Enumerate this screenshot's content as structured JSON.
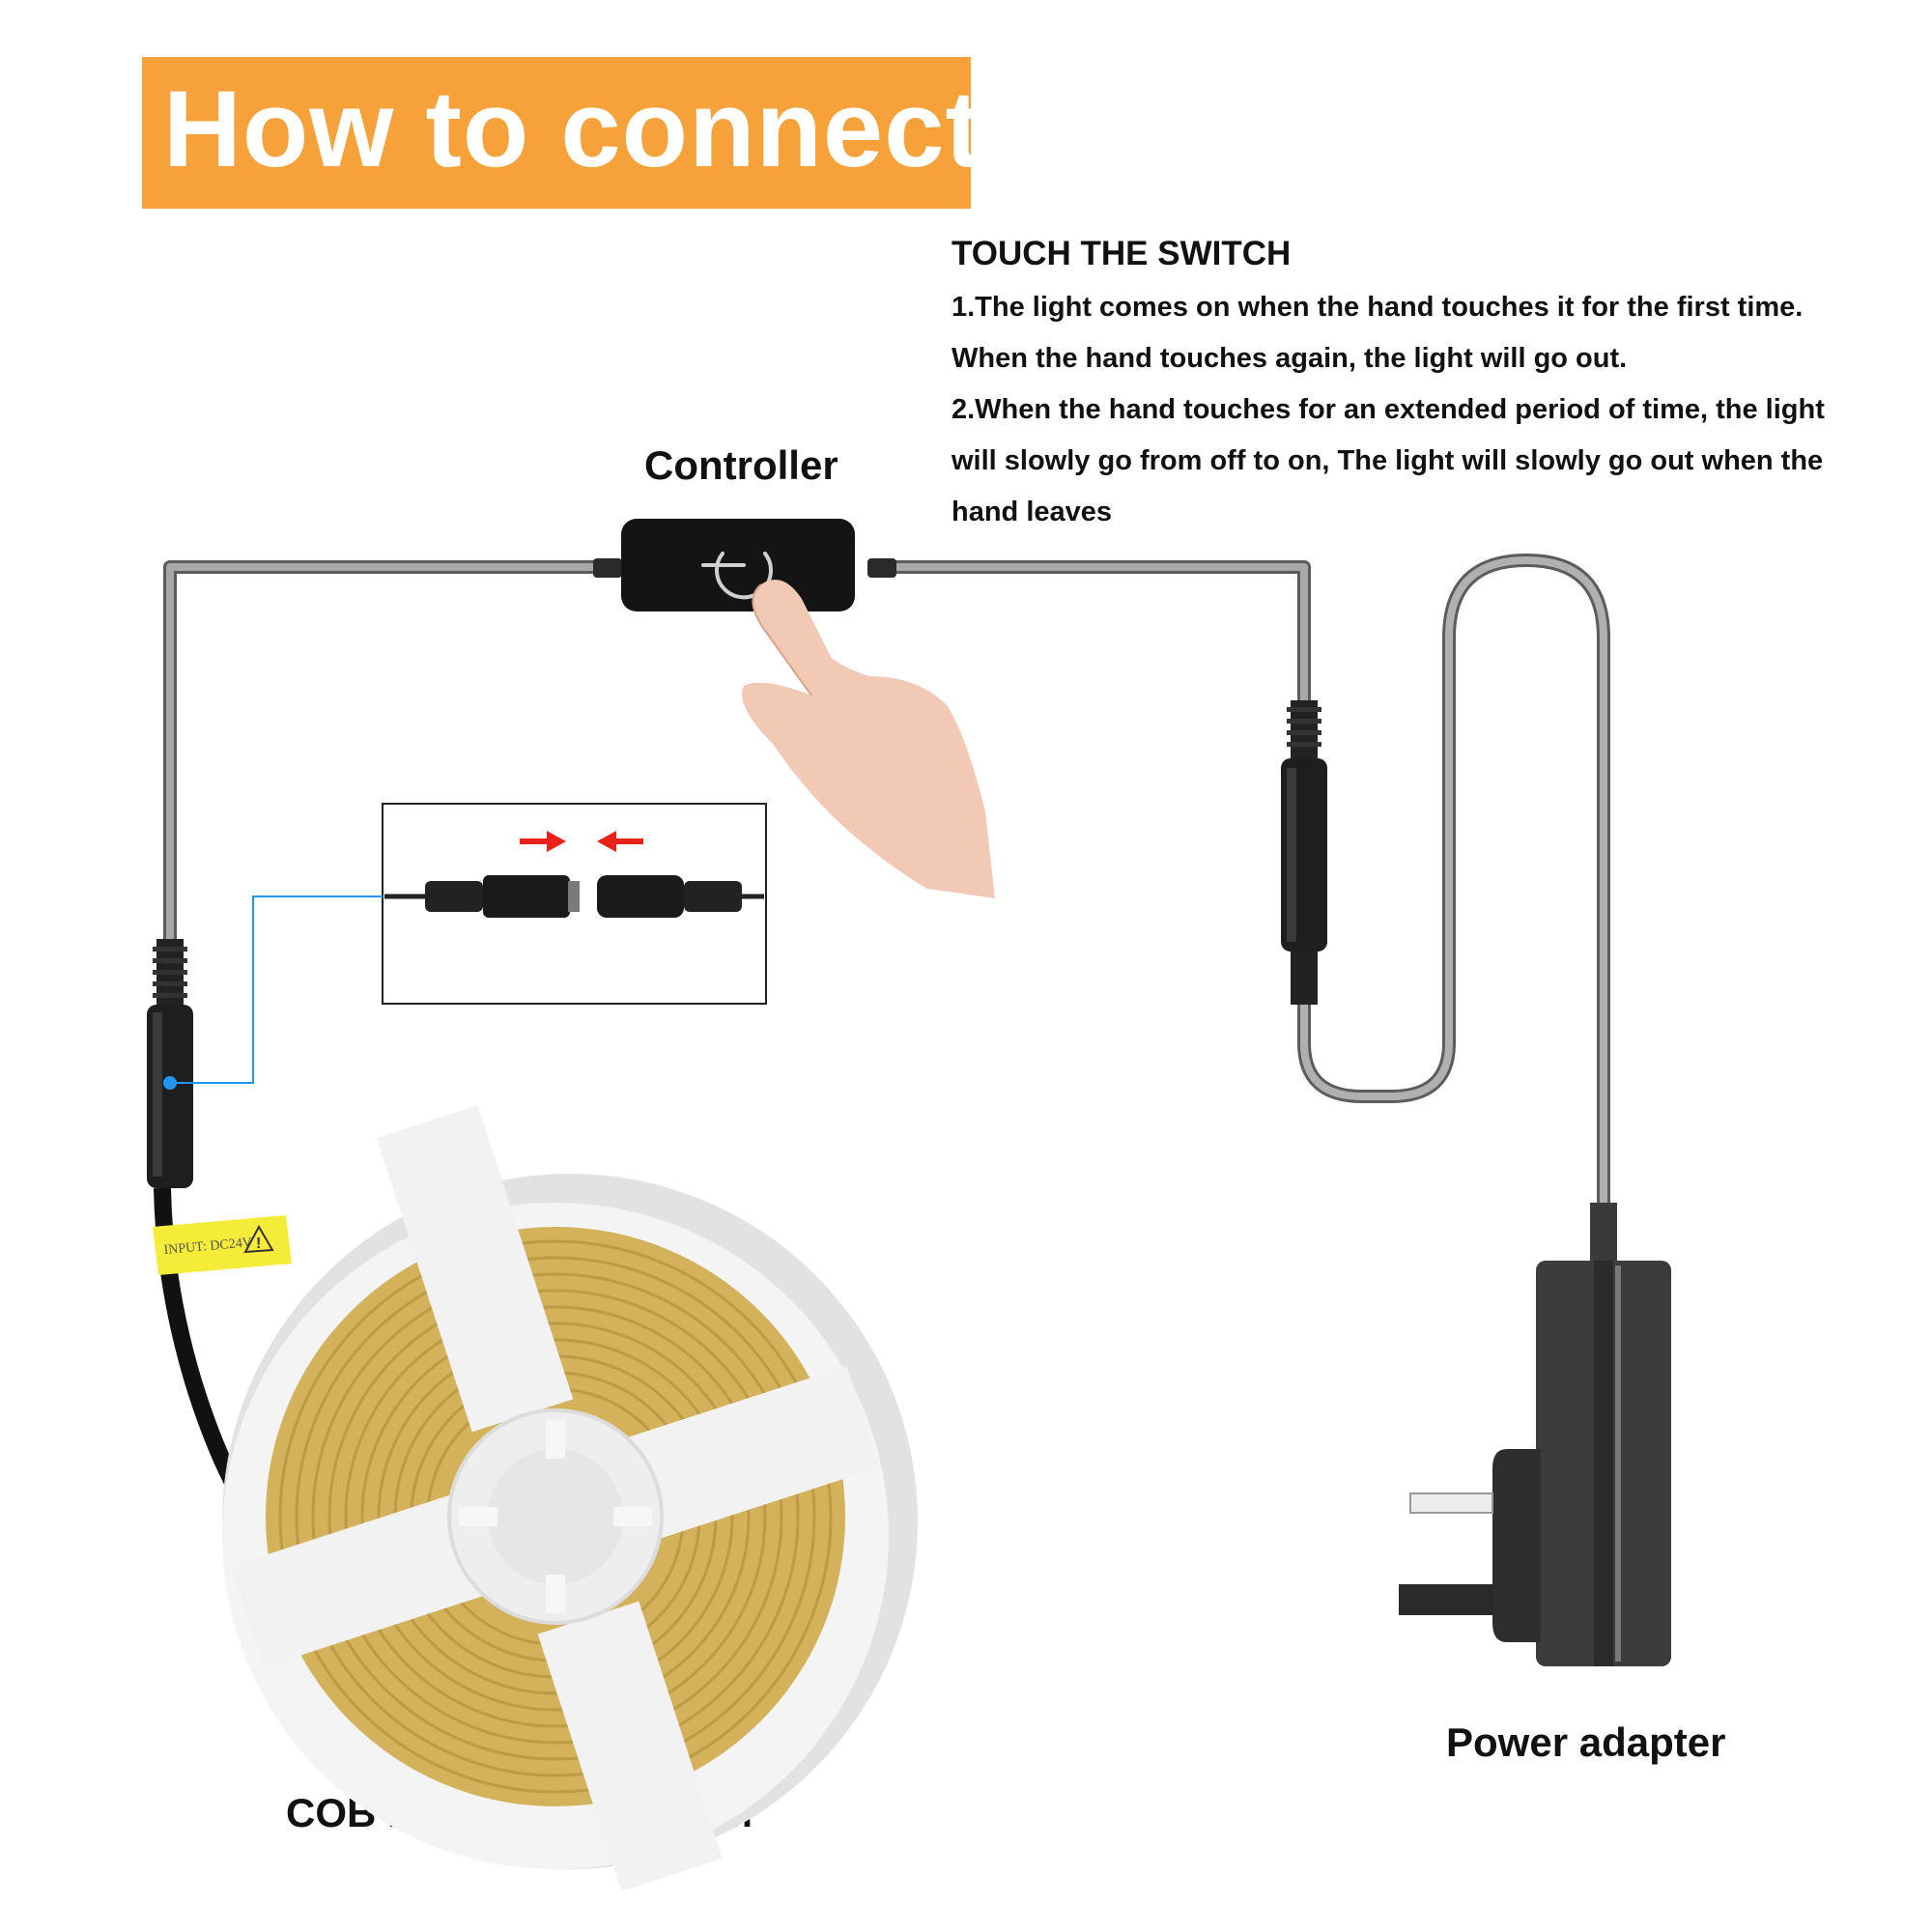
{
  "banner": {
    "title": "How to connect"
  },
  "instructions": {
    "heading": "TOUCH THE SWITCH",
    "lines": [
      "1.The light comes on when the hand touches it for the first time.",
      "When the hand touches again, the light will go out.",
      "2.When the hand touches for an extended period of time, the light",
      "will slowly go from off to on, The light will slowly go out when the",
      "hand leaves"
    ]
  },
  "labels": {
    "controller": "Controller",
    "power_adapter": "Power adapter",
    "strip": "COB LED Strip Light 3m"
  },
  "tag": {
    "text": "INPUT: DC24V"
  },
  "colors": {
    "banner": "#f7a13a",
    "cable": "#8a8a8a",
    "strip": "#d9b85a",
    "callout": "#2196f3",
    "arrow": "#e8221b"
  },
  "icons": [
    "power-icon",
    "warning-icon",
    "hand-icon",
    "arrow-right-icon",
    "arrow-left-icon"
  ]
}
